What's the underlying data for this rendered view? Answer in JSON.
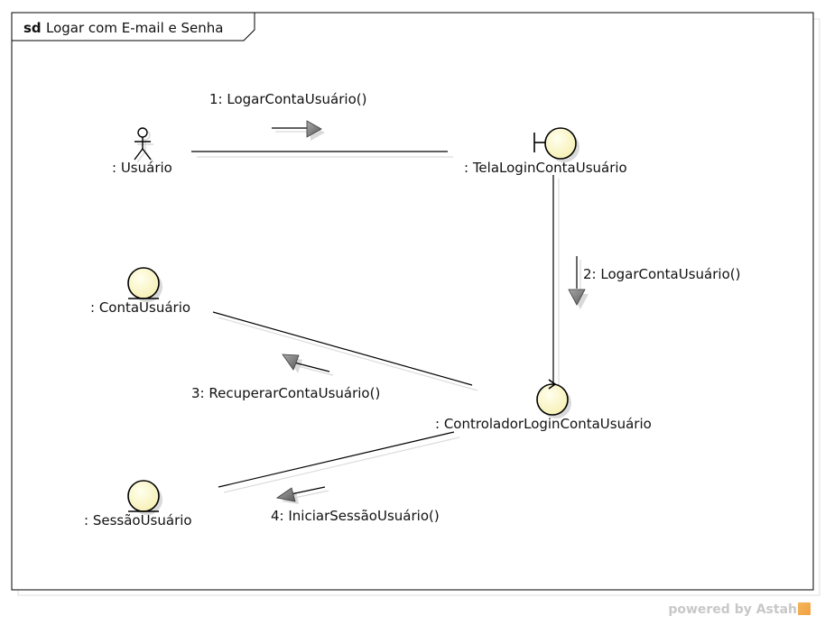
{
  "frame": {
    "keyword": "sd",
    "title": "Logar com E-mail e Senha"
  },
  "lifelines": {
    "usuario": ": Usuário",
    "tela": ": TelaLoginContaUsuário",
    "conta": ": ContaUsuário",
    "controlador": ": ControladorLoginContaUsuário",
    "sessao": ": SessãoUsuário"
  },
  "messages": {
    "m1": "1: LogarContaUsuário()",
    "m2": "2: LogarContaUsuário()",
    "m3": "3: RecuperarContaUsuário()",
    "m4": "4: IniciarSessãoUsuário()"
  },
  "watermark": {
    "text": "powered by Astah"
  },
  "colors": {
    "object_fill": "#fffbd4",
    "arrow_fill": "#8a8a8a",
    "line": "#000000",
    "shadow": "#d9d9d9",
    "watermark": "#c8c8c8"
  }
}
